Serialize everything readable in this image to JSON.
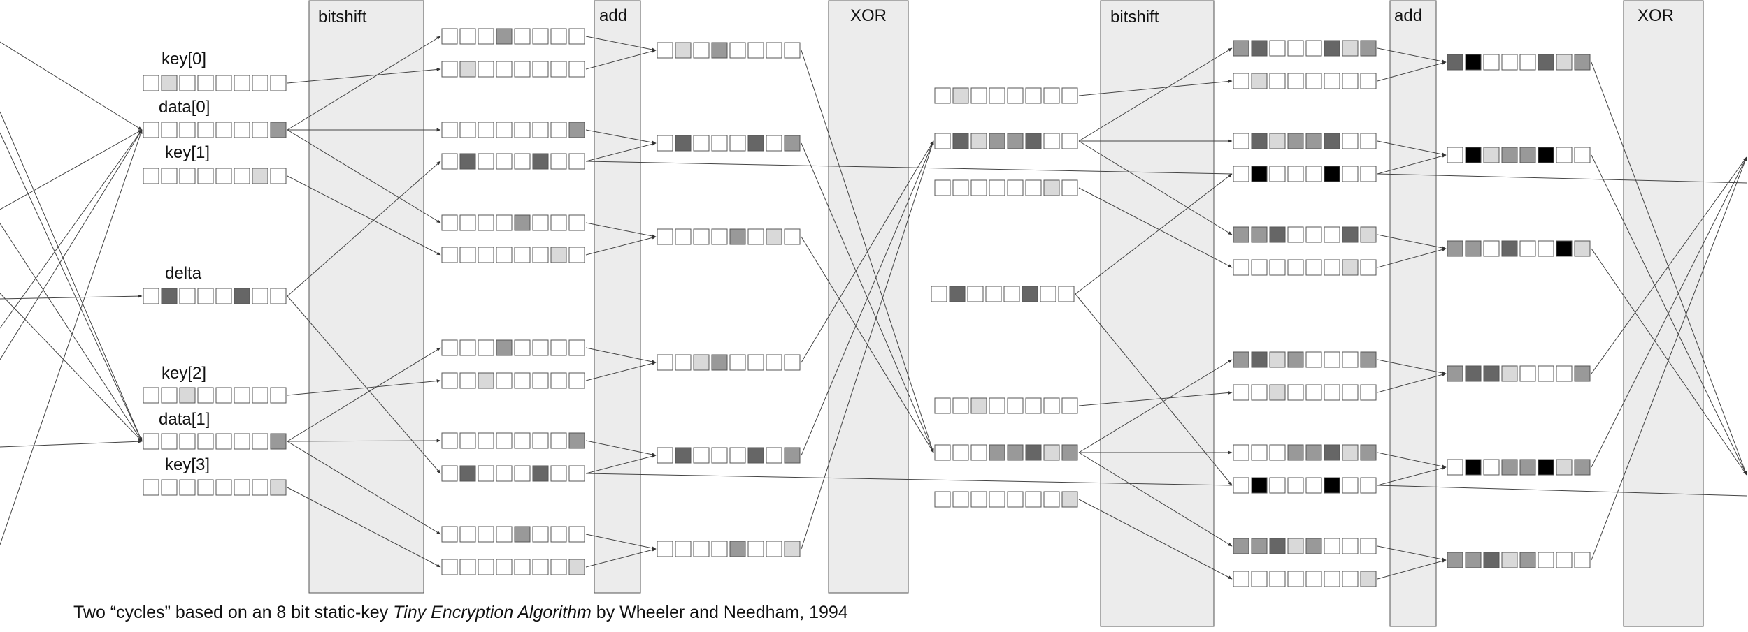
{
  "colors": {
    "white": "#ffffff",
    "light": "#d9d9d9",
    "mid": "#999999",
    "dark": "#666666",
    "black": "#000000",
    "panel": "#ececec",
    "stroke": "#555555"
  },
  "labels": {
    "key0": "key[0]",
    "data0": "data[0]",
    "key1": "key[1]",
    "delta": "delta",
    "key2": "key[2]",
    "data1": "data[1]",
    "key3": "key[3]"
  },
  "stages": {
    "bitshift_1": "bitshift",
    "add_1": "add",
    "xor_1": "XOR",
    "bitshift_2": "bitshift",
    "add_2": "add",
    "xor_2": "XOR"
  },
  "caption": {
    "before": "Two “cycles” based on an 8 bit static-key ",
    "title": "Tiny Encryption Algorithm",
    "after": " by Wheeler and Needham, 1994"
  },
  "registers": {
    "key0": "WLWWWWWW",
    "data0": "WWWWWWWM",
    "key1": "WWWWWWLW",
    "delta": "WDWWWDWW",
    "key2": "WWLWWWWW",
    "data1": "WWWWWWWM",
    "key3": "WWWWWWWL",
    "c1_shl0": "WWWMWWWW",
    "c1_k0": "WLWWWWWW",
    "c1_id0": "WWWWWWWM",
    "c1_dd0": "WDWWWDWW",
    "c1_shr0": "WWWWMWWW",
    "c1_k1": "WWWWWWLW",
    "c1_shl1": "WWWMWWWW",
    "c1_k2": "WWLWWWWW",
    "c1_id1": "WWWWWWWM",
    "c1_dd1": "WDWWWDWW",
    "c1_shr1": "WWWWMWWW",
    "c1_k3": "WWWWWWWL",
    "c1_a1": "WLWMWWWW",
    "c1_a2": "WDWWWDWM",
    "c1_a3": "WWWWMWLW",
    "c1_a4": "WWLMWWWW",
    "c1_a5": "WDWWWDWM",
    "c1_a6": "WWWWMWWL",
    "m_k0": "WLWWWWWW",
    "m_d0": "WDLMMDWW",
    "m_k1": "WWWWWWLW",
    "m_delta": "WDWWWDWW",
    "m_k2": "WWLWWWWW",
    "m_d1": "WWWMMDLM",
    "m_k3": "WWWWWWWL",
    "c2_shl0": "MDWWWDLM",
    "c2_k0": "WLWWWWWW",
    "c2_id0": "WDLMMDWW",
    "c2_dd0": "WBWWWBWW",
    "c2_shr0": "MMDWWWDL",
    "c2_k1": "WWWWWWLW",
    "c2_shl1": "MDLMWWWM",
    "c2_k2": "WWLWWWWW",
    "c2_id1": "WWWMMDLM",
    "c2_dd1": "WBWWWBWW",
    "c2_shr1": "MMDLMWWW",
    "c2_k3": "WWWWWWWL",
    "c2_a1": "DBWWWDLM",
    "c2_a2": "WBLMMBWW",
    "c2_a3": "MMWDWWBL",
    "c2_a4": "MDDLWWWM",
    "c2_a5": "WBWMMBLM",
    "c2_a6": "MMDLMWWW"
  }
}
